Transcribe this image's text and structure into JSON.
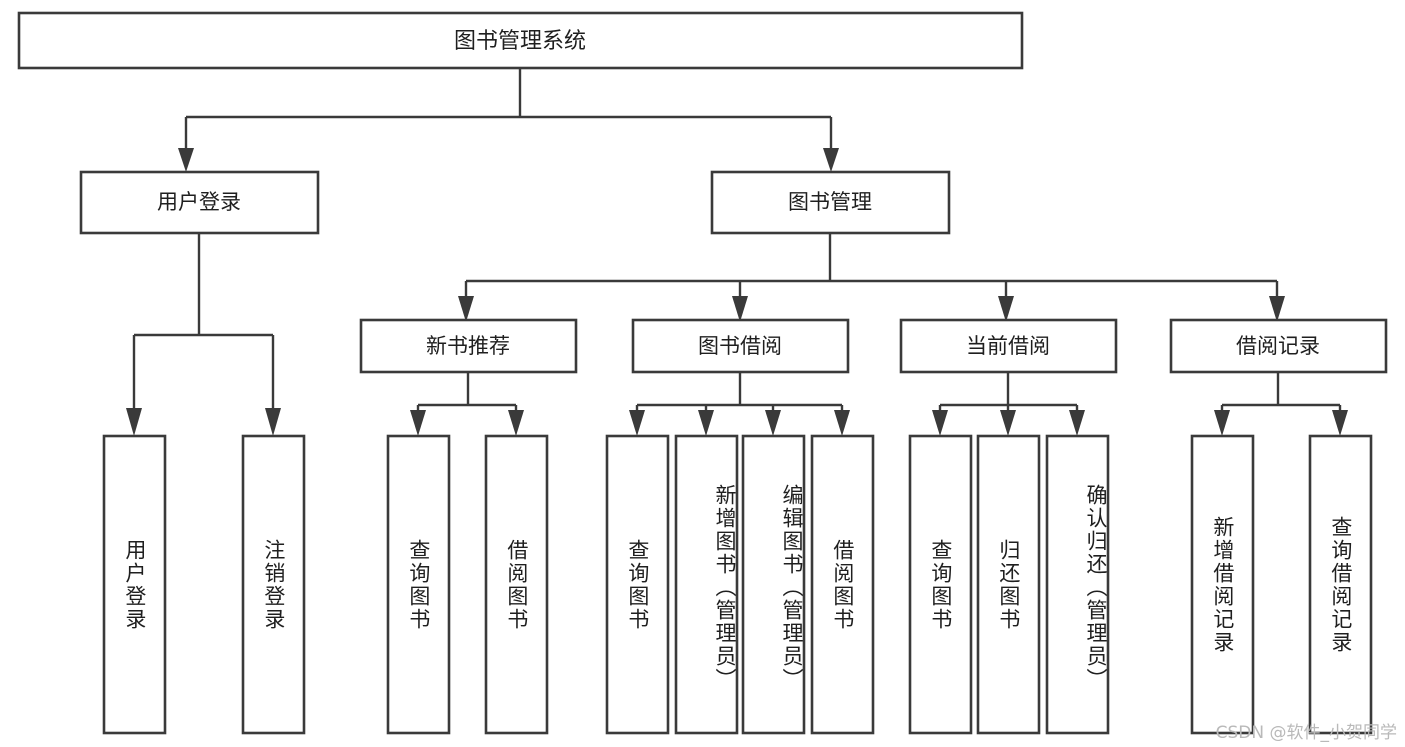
{
  "diagram": {
    "type": "tree",
    "title": "图书管理系统",
    "orientation": "top-down",
    "colors": {
      "box_stroke": "#3a3a3a",
      "box_fill": "#ffffff",
      "connector": "#3a3a3a",
      "text": "#1f1f1f",
      "watermark": "#b9b9b9",
      "background": "#ffffff"
    },
    "nodes": {
      "root": {
        "id": "root",
        "label": "图书管理系统",
        "level": 0,
        "orientation": "horizontal"
      },
      "level2": [
        {
          "id": "user-login",
          "label": "用户登录",
          "level": 1,
          "orientation": "horizontal"
        },
        {
          "id": "book-manage",
          "label": "图书管理",
          "level": 1,
          "orientation": "horizontal"
        }
      ],
      "level3": [
        {
          "id": "new-book-rec",
          "label": "新书推荐",
          "level": 2,
          "orientation": "horizontal",
          "parent": "book-manage"
        },
        {
          "id": "book-borrow",
          "label": "图书借阅",
          "level": 2,
          "orientation": "horizontal",
          "parent": "book-manage"
        },
        {
          "id": "current-borrow",
          "label": "当前借阅",
          "level": 2,
          "orientation": "horizontal",
          "parent": "book-manage"
        },
        {
          "id": "borrow-record",
          "label": "借阅记录",
          "level": 2,
          "orientation": "horizontal",
          "parent": "book-manage"
        }
      ],
      "leaves": [
        {
          "id": "leaf-user-login",
          "label": "用户登录",
          "parent": "user-login",
          "orientation": "vertical"
        },
        {
          "id": "leaf-user-logout",
          "label": "注销登录",
          "parent": "user-login",
          "orientation": "vertical"
        },
        {
          "id": "leaf-query-book-1",
          "label": "查询图书",
          "parent": "new-book-rec",
          "orientation": "vertical"
        },
        {
          "id": "leaf-borrow-book-1",
          "label": "借阅图书",
          "parent": "new-book-rec",
          "orientation": "vertical"
        },
        {
          "id": "leaf-query-book-2",
          "label": "查询图书",
          "parent": "book-borrow",
          "orientation": "vertical"
        },
        {
          "id": "leaf-add-book",
          "label": "新增图书（管理员）",
          "parent": "book-borrow",
          "orientation": "vertical"
        },
        {
          "id": "leaf-edit-book",
          "label": "编辑图书（管理员）",
          "parent": "book-borrow",
          "orientation": "vertical"
        },
        {
          "id": "leaf-borrow-book-2",
          "label": "借阅图书",
          "parent": "book-borrow",
          "orientation": "vertical"
        },
        {
          "id": "leaf-query-book-3",
          "label": "查询图书",
          "parent": "current-borrow",
          "orientation": "vertical"
        },
        {
          "id": "leaf-return-book",
          "label": "归还图书",
          "parent": "current-borrow",
          "orientation": "vertical"
        },
        {
          "id": "leaf-confirm-return",
          "label": "确认归还（管理员）",
          "parent": "current-borrow",
          "orientation": "vertical"
        },
        {
          "id": "leaf-add-record",
          "label": "新增借阅记录",
          "parent": "borrow-record",
          "orientation": "vertical"
        },
        {
          "id": "leaf-query-record",
          "label": "查询借阅记录",
          "parent": "borrow-record",
          "orientation": "vertical"
        }
      ]
    },
    "watermark": "CSDN @软件_小贺同学"
  }
}
